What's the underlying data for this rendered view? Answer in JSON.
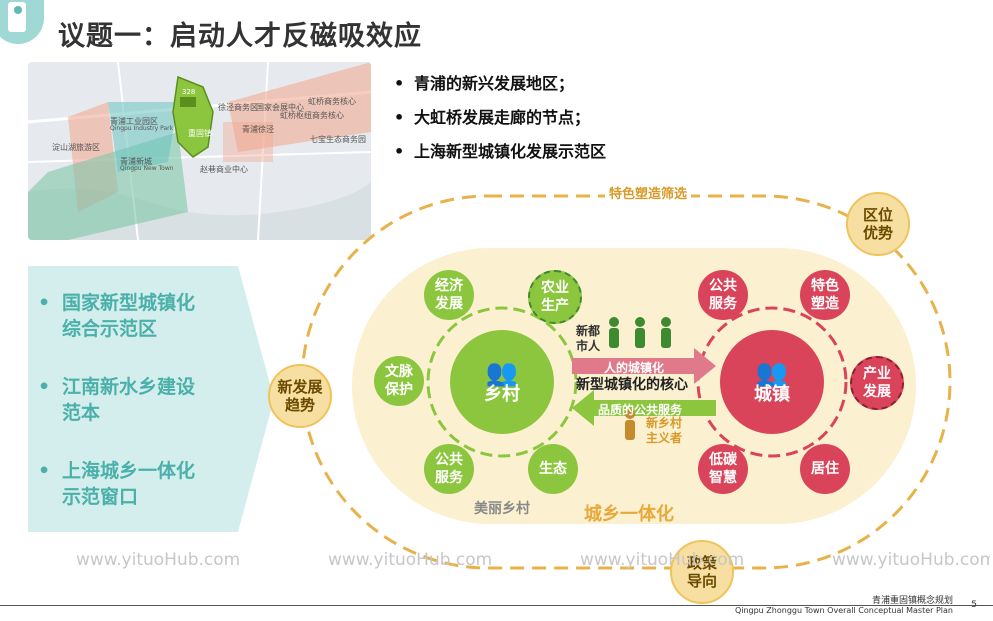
{
  "header": {
    "title": "议题一：启动人才反磁吸效应"
  },
  "map": {
    "labels": [
      "青浦工业园区",
      "Qingpu Industry Park",
      "淀山湖旅游区",
      "青浦新城",
      "Qingpu New Town",
      "重固镇",
      "赵巷商业中心",
      "徐泾商务区",
      "国家会展中心",
      "虹桥商务核心",
      "虹桥枢纽商务核心",
      "七宝生态商务园",
      "青浦徐泾",
      "328"
    ]
  },
  "bullets": [
    "青浦的新兴发展地区；",
    "大虹桥发展走廊的节点；",
    "上海新型城镇化发展示范区"
  ],
  "left_panel": {
    "items": [
      "国家新型城镇化\n综合示范区",
      "江南新水乡建设\n范本",
      "上海城乡一体化\n示范窗口"
    ]
  },
  "diagram": {
    "top_label": "特色塑造筛选",
    "outer_circles": {
      "top_right": "区位\n优势",
      "left": "新发展\n趋势",
      "bottom": "政策\n导向"
    },
    "rural": {
      "label": "乡村",
      "nodes": [
        "经济\n发展",
        "农业\n生产",
        "文脉\n保护",
        "公共\n服务",
        "生态"
      ],
      "caption": "美丽乡村"
    },
    "urban": {
      "label": "城镇",
      "nodes": [
        "公共\n服务",
        "特色\n塑造",
        "产业\n发展",
        "低碳\n智慧",
        "居住"
      ]
    },
    "flow_top_left": "新都\n市人",
    "flow_arrow_top": "人的城镇化",
    "flow_center": "新型城镇化的核心",
    "flow_arrow_bottom": "品质的公共服务",
    "flow_bottom_right": "新乡村\n主义者",
    "bottom_label": "城乡一体化",
    "colors": {
      "green": "#8cc63f",
      "red": "#d9445a",
      "gold": "#f0c35c",
      "cream": "#fbf0cf",
      "teal": "#4bb0aa"
    }
  },
  "watermarks": [
    "www.yituoHub.com",
    "www.yituoHub.com",
    "www.yituoHub.com",
    "www.yituoHub.com"
  ],
  "footer": {
    "cn": "青浦重固镇概念规划",
    "en": "Qingpu Zhonggu Town Overall Conceptual Master Plan",
    "page": "5"
  }
}
